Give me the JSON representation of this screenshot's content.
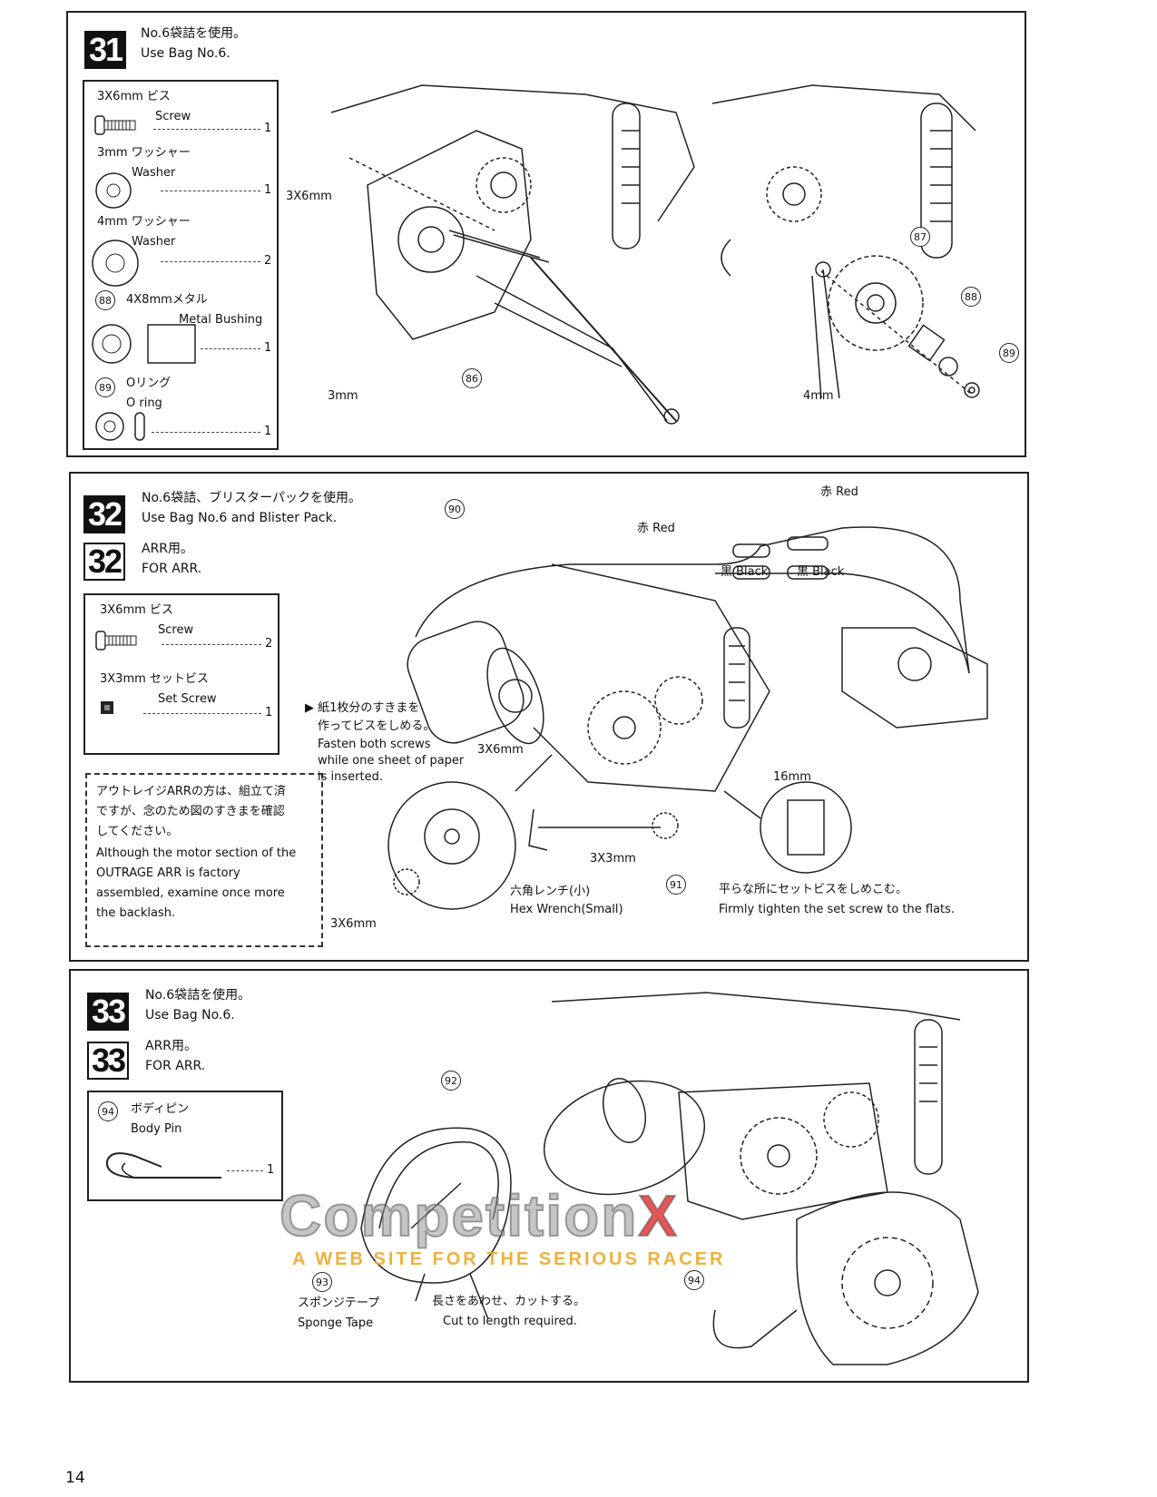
{
  "page_number": "14",
  "step31": {
    "number": "31",
    "title_jp": "No.6袋詰を使用。",
    "title_en": "Use Bag No.6.",
    "parts": [
      {
        "jp": "3X6mm ビス",
        "en": "Screw",
        "qty": "1"
      },
      {
        "jp": "3mm ワッシャー",
        "en": "Washer",
        "qty": "1"
      },
      {
        "jp": "4mm ワッシャー",
        "en": "Washer",
        "qty": "2"
      },
      {
        "ref": "88",
        "jp": "4X8mmメタル",
        "en": "Metal Bushing",
        "qty": "1"
      },
      {
        "ref": "89",
        "jp": "Oリング",
        "en": "O ring",
        "qty": "1"
      }
    ],
    "labels": {
      "screw": "3X6mm",
      "washer3": "3mm",
      "washer4": "4mm",
      "r86": "86",
      "r87": "87",
      "r88": "88",
      "r89": "89"
    }
  },
  "step32": {
    "number": "32",
    "title_jp": "No.6袋詰、ブリスターパックを使用。",
    "title_en": "Use Bag No.6 and Blister Pack.",
    "alt_jp": "ARR用。",
    "alt_en": "FOR ARR.",
    "parts": [
      {
        "jp": "3X6mm ビス",
        "en": "Screw",
        "qty": "2"
      },
      {
        "jp": "3X3mm セットビス",
        "en": "Set Screw",
        "qty": "1"
      }
    ],
    "note_jp": [
      "紙1枚分のすきまを",
      "作ってビスをしめる。"
    ],
    "note_en": [
      "Fasten both screws",
      "while one sheet of paper",
      "is inserted."
    ],
    "arr_note_jp": [
      "アウトレイジARRの方は、組立て済",
      "ですが、念のため図のすきまを確認",
      "してください。"
    ],
    "arr_note_en": [
      "Although the motor section of the",
      "OUTRAGE ARR is factory",
      "assembled, examine once more",
      "the backlash."
    ],
    "labels": {
      "r90": "90",
      "r91": "91",
      "red1": "赤 Red",
      "red2": "赤 Red",
      "black1": "黒 Black",
      "black2": "黒 Black",
      "screw": "3X6mm",
      "screw2": "3X6mm",
      "setscrew": "3X3mm",
      "gap": "16mm",
      "wrench_jp": "六角レンチ(小)",
      "wrench_en": "Hex Wrench(Small)",
      "flat_jp": "平らな所にセットビスをしめこむ。",
      "flat_en": "Firmly tighten the set screw to the flats."
    }
  },
  "step33": {
    "number": "33",
    "title_jp": "No.6袋詰を使用。",
    "title_en": "Use Bag No.6.",
    "alt_jp": "ARR用。",
    "alt_en": "FOR ARR.",
    "parts": [
      {
        "ref": "94",
        "jp": "ボディピン",
        "en": "Body Pin",
        "qty": "1"
      }
    ],
    "labels": {
      "r92": "92",
      "r93": "93",
      "r94": "94",
      "tape_jp": "スポンジテープ",
      "tape_en": "Sponge Tape",
      "cut_jp": "長さをあわせ、カットする。",
      "cut_en": "Cut to length required."
    }
  },
  "watermark": {
    "main": "Competition",
    "x": "X",
    "sub": "A WEB SITE FOR THE SERIOUS RACER"
  }
}
